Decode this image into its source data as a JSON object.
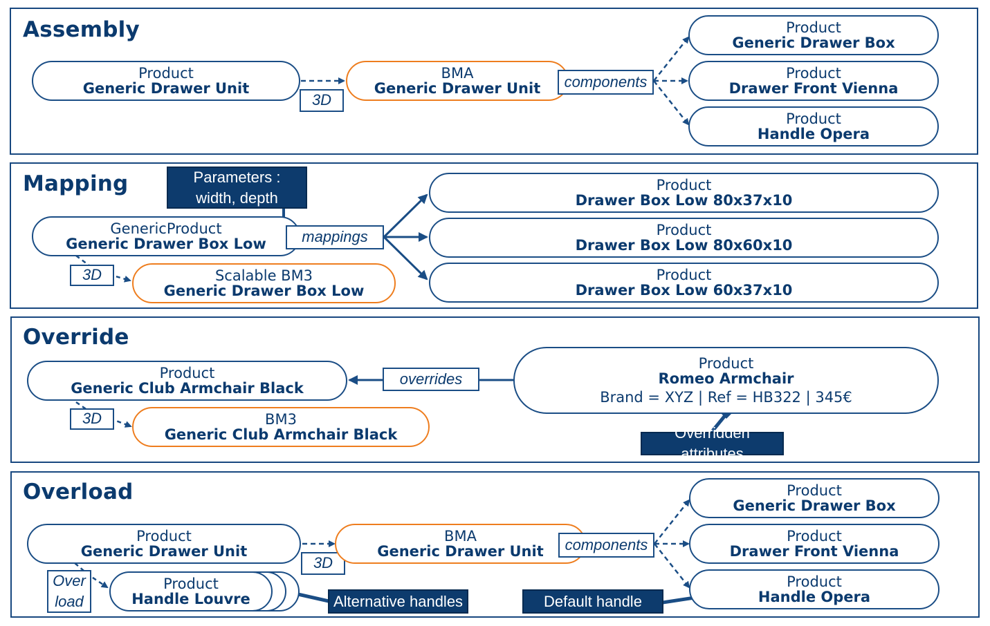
{
  "colors": {
    "frame": "#17477f",
    "text": "#0b3a6e",
    "orange": "#ee7d1e",
    "note_bg": "#0d3b6d"
  },
  "assembly": {
    "title": "Assembly",
    "product": {
      "type": "Product",
      "name": "Generic Drawer Unit"
    },
    "label_3d": "3D",
    "bma": {
      "type": "BMA",
      "name": "Generic Drawer Unit"
    },
    "label_components": "components",
    "components": [
      {
        "type": "Product",
        "name": "Generic Drawer Box"
      },
      {
        "type": "Product",
        "name": "Drawer Front Vienna"
      },
      {
        "type": "Product",
        "name": "Handle Opera"
      }
    ]
  },
  "mapping": {
    "title": "Mapping",
    "parameters_note": "Parameters :\nwidth, depth",
    "generic": {
      "type": "GenericProduct",
      "name": "Generic Drawer Box Low"
    },
    "label_mappings": "mappings",
    "label_3d": "3D",
    "scalable": {
      "type": "Scalable BM3",
      "name": "Generic Drawer Box Low"
    },
    "targets": [
      {
        "type": "Product",
        "name": "Drawer Box Low 80x37x10"
      },
      {
        "type": "Product",
        "name": "Drawer Box Low 80x60x10"
      },
      {
        "type": "Product",
        "name": "Drawer Box Low 60x37x10"
      }
    ]
  },
  "override": {
    "title": "Override",
    "product": {
      "type": "Product",
      "name": "Generic Club Armchair Black"
    },
    "label_overrides": "overrides",
    "romeo": {
      "type": "Product",
      "name": "Romeo Armchair",
      "attrs": "Brand = XYZ | Ref = HB322 | 345€"
    },
    "label_3d": "3D",
    "bm3": {
      "type": "BM3",
      "name": "Generic Club Armchair Black"
    },
    "note": "Overridden attributes"
  },
  "overload": {
    "title": "Overload",
    "product": {
      "type": "Product",
      "name": "Generic Drawer Unit"
    },
    "label_3d": "3D",
    "bma": {
      "type": "BMA",
      "name": "Generic Drawer Unit"
    },
    "label_components": "components",
    "components": [
      {
        "type": "Product",
        "name": "Generic Drawer Box"
      },
      {
        "type": "Product",
        "name": "Drawer Front Vienna"
      },
      {
        "type": "Product",
        "name": "Handle Opera"
      }
    ],
    "label_overload": "Over\nload",
    "handle": {
      "type": "Product",
      "name": "Handle Louvre"
    },
    "note_alternative": "Alternative handles",
    "note_default": "Default handle"
  }
}
